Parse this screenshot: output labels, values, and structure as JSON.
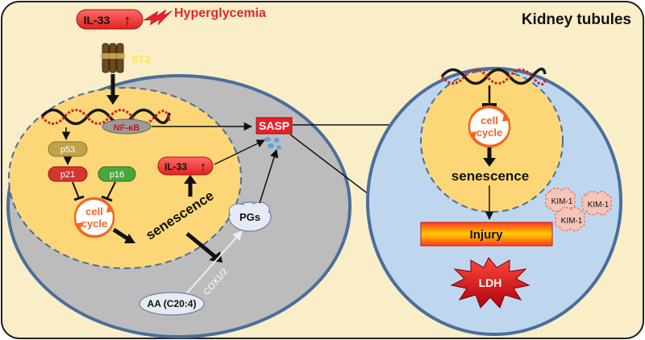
{
  "title": "Kidney tubules",
  "stimulus": "Hyperglycemia",
  "receptor": "ST2",
  "ligand": "IL-33",
  "up_arrow": "↑",
  "nfkb": "NF-κB",
  "sasp": "SASP",
  "left_cell": {
    "p53": "p53",
    "p21": "p21",
    "p16": "p16",
    "il33": "IL-33",
    "cycle_line1": "cell",
    "cycle_line2": "cycle",
    "senescence": "senescence",
    "pgs": "PGs",
    "aa": "AA (C20:4)",
    "cox": "COX1/2"
  },
  "right_cell": {
    "cycle_line1": "cell",
    "cycle_line2": "cycle",
    "senescence": "senescence",
    "injury": "Injury",
    "ldh": "LDH",
    "kim": [
      "KIM-1",
      "KIM-1",
      "KIM-1"
    ]
  },
  "colors": {
    "background": "#faeec9",
    "outer_cell": "#bcbcbc",
    "nucleus": "#fdd777",
    "right_cell": "#bfd6ef",
    "cell_border": "#4a6f9a",
    "label_red": "#e52229",
    "receptor_yellow": "#ffe34a",
    "cycle_orange": "#f26522"
  }
}
